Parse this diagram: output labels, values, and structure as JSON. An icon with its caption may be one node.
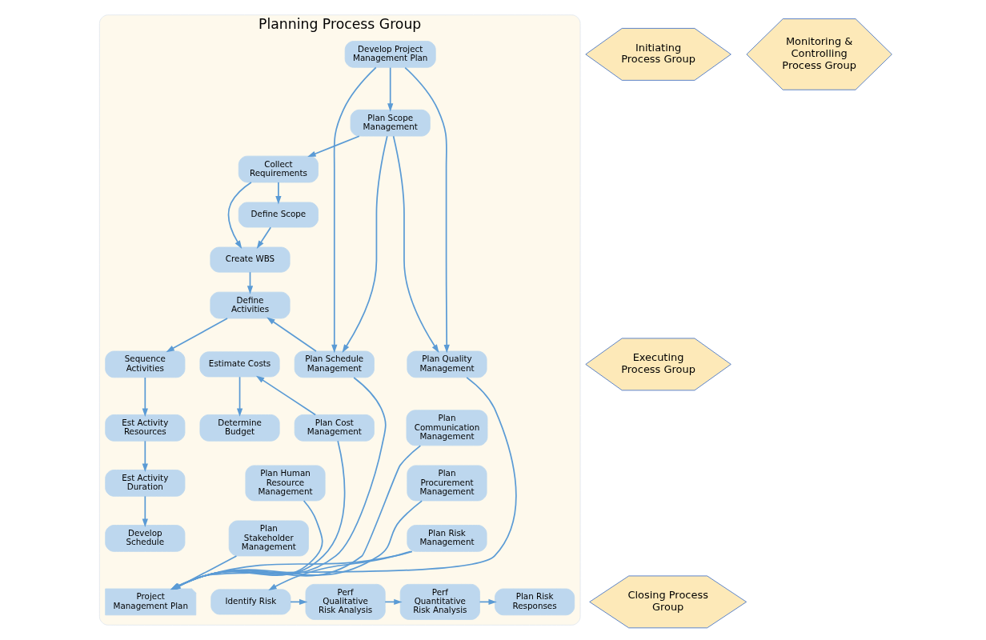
{
  "diagram": {
    "nodes": [
      {
        "text": [
          "Planning Process Group"
        ]
      },
      {
        "text": [
          "Initiating Process Group"
        ]
      },
      {
        "text": [
          "Monitoring & Controlling Process Group"
        ]
      },
      {
        "text": [
          "Executing Process Group"
        ]
      },
      {
        "text": [
          "Closing Process Group"
        ]
      },
      {
        "text": [
          "Develop Project Management Plan"
        ],
        "in": 0
      },
      {
        "text": [
          "Plan Scope Management"
        ],
        "in": 0
      },
      {
        "text": [
          "Collect Requirements"
        ],
        "in": 0
      },
      {
        "text": [
          "Define Scope"
        ],
        "in": 0
      },
      {
        "text": [
          "Create WBS"
        ],
        "in": 0
      },
      {
        "text": [
          "Define Activities"
        ],
        "in": 0
      },
      {
        "text": [
          "Plan Quality Management"
        ],
        "in": 0
      },
      {
        "text": [
          "Plan Schedule Management"
        ],
        "in": 0
      },
      {
        "text": [
          "Sequence Activities"
        ],
        "in": 0
      },
      {
        "text": [
          "Plan Communication Management"
        ],
        "in": 0
      },
      {
        "text": [
          "Plan Cost Management"
        ],
        "in": 0
      },
      {
        "text": [
          "Estimate Costs"
        ],
        "in": 0
      },
      {
        "text": [
          "Est Activity Resources"
        ],
        "in": 0
      },
      {
        "text": [
          "Plan Procurement Management"
        ],
        "in": 0
      },
      {
        "text": [
          "Plan Human Resource Management"
        ],
        "in": 0
      },
      {
        "text": [
          "Determine Budget"
        ],
        "in": 0
      },
      {
        "text": [
          "Plan Risk Management"
        ],
        "in": 0
      },
      {
        "text": [
          "Plan Stakeholder Management"
        ],
        "in": 0
      },
      {
        "text": [
          "Est Activity Duration"
        ],
        "in": 0
      },
      {
        "text": [
          "Develop Schedule"
        ],
        "in": 0
      },
      {
        "text": [
          "Project Management Plan"
        ],
        "in": 0
      },
      {
        "text": [
          "Identify Risk"
        ],
        "in": 0
      },
      {
        "text": [
          "Perf Qualitative Risk Analysis"
        ],
        "in": 0
      },
      {
        "text": [
          "Perf Quantitative Risk Analysis"
        ],
        "in": 0
      },
      {
        "text": [
          "Plan Risk Responses"
        ],
        "in": 0
      }
    ],
    "edges": [
      {
        "from": 5,
        "to": 6,
        "arrow": "to"
      },
      {
        "from": 6,
        "to": 7,
        "arrow": "to"
      },
      {
        "from": 7,
        "to": 8,
        "arrow": "to"
      },
      {
        "from": 8,
        "to": 9,
        "arrow": "to"
      },
      {
        "from": 7,
        "to": 9,
        "arrow": "to"
      },
      {
        "from": 9,
        "to": 10,
        "arrow": "to"
      },
      {
        "from": 12,
        "to": 10,
        "arrow": "to"
      },
      {
        "from": 5,
        "to": 11,
        "arrow": "to"
      },
      {
        "from": 5,
        "to": 12,
        "arrow": "to"
      },
      {
        "from": 6,
        "to": 11,
        "arrow": "to"
      },
      {
        "from": 6,
        "to": 12,
        "arrow": "to"
      },
      {
        "from": 10,
        "to": 13,
        "arrow": "to"
      },
      {
        "from": 13,
        "to": 17,
        "arrow": "to"
      },
      {
        "from": 17,
        "to": 23,
        "arrow": "to"
      },
      {
        "from": 23,
        "to": 24,
        "arrow": "to"
      },
      {
        "from": 15,
        "to": 16,
        "arrow": "to"
      },
      {
        "from": 16,
        "to": 20,
        "arrow": "to"
      },
      {
        "from": 11,
        "to": 25,
        "arrow": "to"
      },
      {
        "from": 14,
        "to": 25,
        "arrow": "to"
      },
      {
        "from": 18,
        "to": 25,
        "arrow": "to"
      },
      {
        "from": 21,
        "to": 25,
        "arrow": "to"
      },
      {
        "from": 12,
        "to": 25,
        "arrow": "to"
      },
      {
        "from": 15,
        "to": 25,
        "arrow": "to"
      },
      {
        "from": 19,
        "to": 25,
        "arrow": "to"
      },
      {
        "from": 22,
        "to": 25,
        "arrow": "to"
      },
      {
        "from": 21,
        "to": 26,
        "arrow": "to"
      },
      {
        "from": 26,
        "to": 27,
        "arrow": "to"
      },
      {
        "from": 27,
        "to": 28,
        "arrow": "to"
      },
      {
        "from": 28,
        "to": 29,
        "arrow": "to"
      }
    ]
  }
}
